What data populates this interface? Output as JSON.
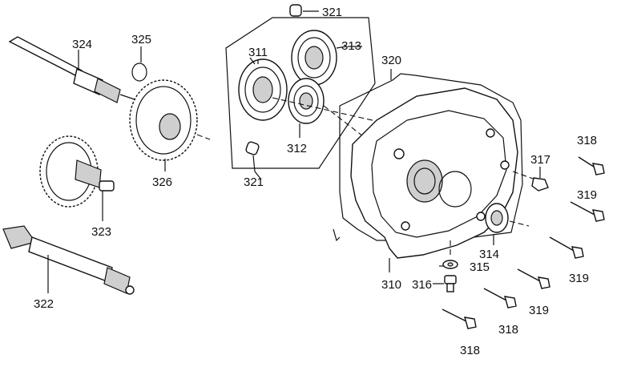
{
  "parts": [
    {
      "id": "p321a",
      "label": "321"
    },
    {
      "id": "p313",
      "label": "313"
    },
    {
      "id": "p311",
      "label": "311"
    },
    {
      "id": "p320",
      "label": "320"
    },
    {
      "id": "p312",
      "label": "312"
    },
    {
      "id": "p321b",
      "label": "321"
    },
    {
      "id": "p324",
      "label": "324"
    },
    {
      "id": "p325",
      "label": "325"
    },
    {
      "id": "p326",
      "label": "326"
    },
    {
      "id": "p323",
      "label": "323"
    },
    {
      "id": "p322",
      "label": "322"
    },
    {
      "id": "p318a",
      "label": "318"
    },
    {
      "id": "p317",
      "label": "317"
    },
    {
      "id": "p319a",
      "label": "319"
    },
    {
      "id": "p314",
      "label": "314"
    },
    {
      "id": "p315",
      "label": "315"
    },
    {
      "id": "p316",
      "label": "316"
    },
    {
      "id": "p310",
      "label": "310"
    },
    {
      "id": "p319b",
      "label": "319"
    },
    {
      "id": "p319c",
      "label": "319"
    },
    {
      "id": "p318b",
      "label": "318"
    },
    {
      "id": "p318c",
      "label": "318"
    }
  ]
}
